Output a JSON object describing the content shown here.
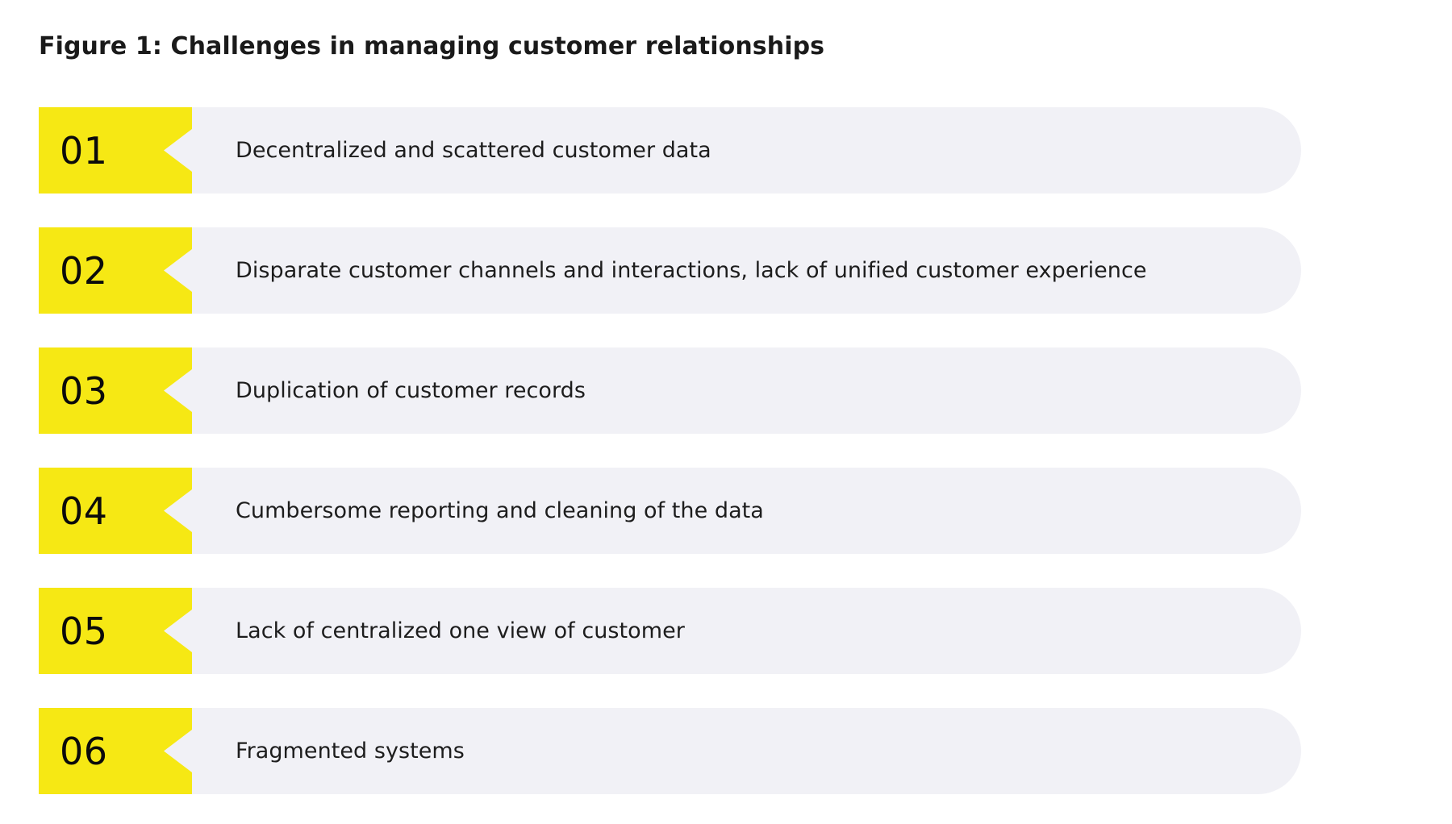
{
  "figure": {
    "title": "Figure 1: Challenges in managing customer relationships",
    "accent_color": "#F6E814",
    "bar_color": "#F1F1F6",
    "text_color": "#1D1D1D",
    "background_color": "#FFFFFF"
  },
  "items": [
    {
      "number": "01",
      "label": "Decentralized and scattered customer data"
    },
    {
      "number": "02",
      "label": "Disparate customer channels and interactions, lack of unified customer experience"
    },
    {
      "number": "03",
      "label": "Duplication of customer records"
    },
    {
      "number": "04",
      "label": "Cumbersome reporting and cleaning of the data"
    },
    {
      "number": "05",
      "label": "Lack of centralized one view of customer"
    },
    {
      "number": "06",
      "label": "Fragmented systems"
    }
  ]
}
